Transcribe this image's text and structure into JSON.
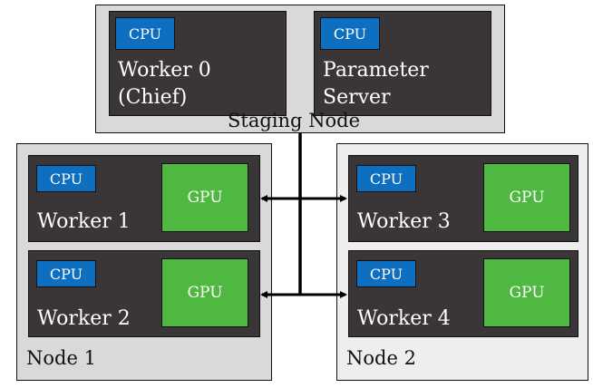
{
  "staging_node": {
    "label": "Staging Node",
    "chief": {
      "cpu": "CPU",
      "line1": "Worker 0",
      "line2": "(Chief)"
    },
    "ps": {
      "cpu": "CPU",
      "line1": "Parameter",
      "line2": "Server"
    }
  },
  "nodes": [
    {
      "label": "Node 1",
      "workers": [
        {
          "cpu": "CPU",
          "gpu": "GPU",
          "name": "Worker 1"
        },
        {
          "cpu": "CPU",
          "gpu": "GPU",
          "name": "Worker 2"
        }
      ]
    },
    {
      "label": "Node 2",
      "workers": [
        {
          "cpu": "CPU",
          "gpu": "GPU",
          "name": "Worker 3"
        },
        {
          "cpu": "CPU",
          "gpu": "GPU",
          "name": "Worker 4"
        }
      ]
    }
  ],
  "colors": {
    "cpu": "#0e6fc1",
    "gpu": "#4fb840",
    "worker": "#3a3638",
    "node_1": "#d9d9d9",
    "node_2": "#eeeeee"
  }
}
